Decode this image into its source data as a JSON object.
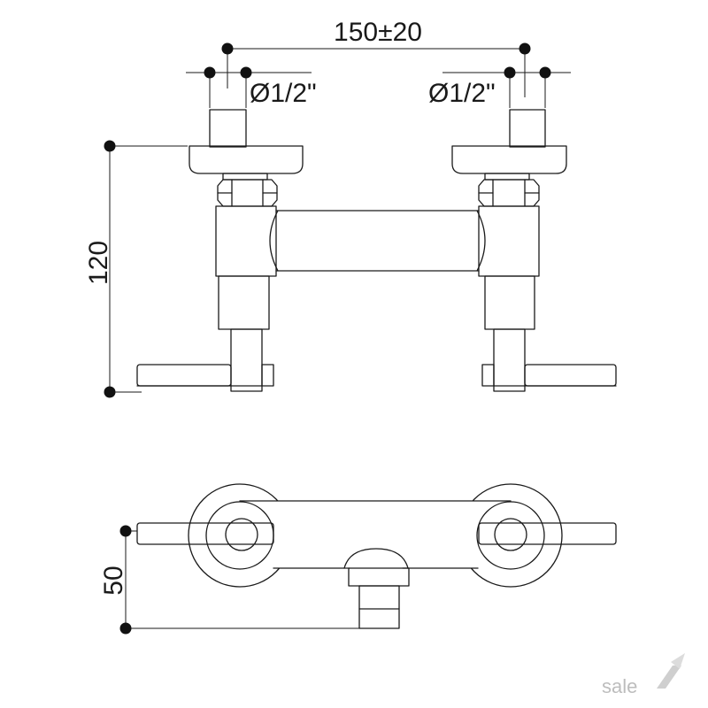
{
  "dimensions": {
    "center_distance": "150±20",
    "connection_left": "Ø1/2\"",
    "connection_right": "Ø1/2\"",
    "height": "120",
    "depth": "50"
  },
  "brand": {
    "logo_text": "sale",
    "logo_color": "#bdbdbd"
  },
  "colors": {
    "line": "#1a1a1a",
    "dot": "#111111",
    "background": "#ffffff"
  }
}
